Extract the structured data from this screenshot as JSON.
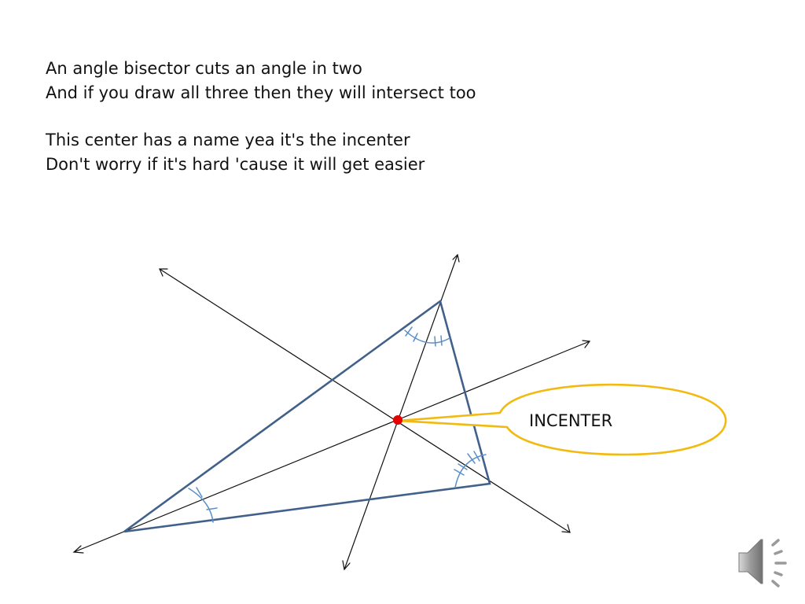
{
  "slide": {
    "poem": {
      "stanza_1": [
        "An angle bisector cuts an angle in two",
        "And if you draw all three then they will intersect too"
      ],
      "stanza_2": [
        "This center has a name yea it's the incenter",
        "Don't worry if it's hard 'cause it will get easier"
      ]
    },
    "diagram": {
      "callout_label": "INCENTER",
      "colors": {
        "triangle": "#41618a",
        "angle_marks": "#5b8fc8",
        "bisector_lines": "#111111",
        "incenter_point": "#e60000",
        "callout_border": "#f2b90f"
      }
    },
    "audio": {
      "icon": "speaker-icon"
    }
  }
}
